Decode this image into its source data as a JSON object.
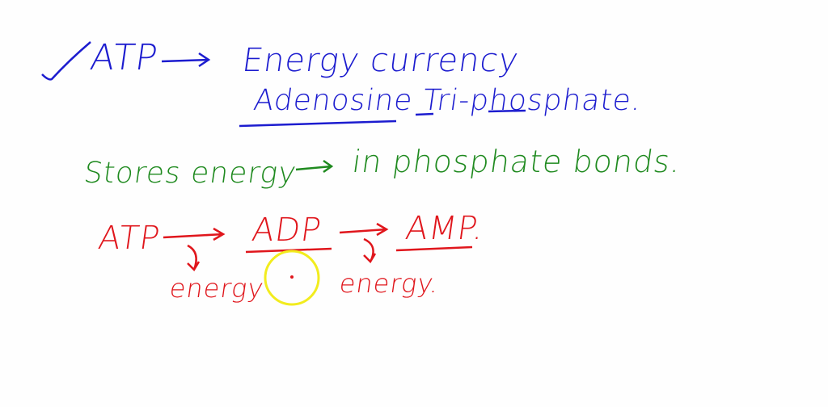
{
  "colors": {
    "blue": "#1c1ccf",
    "green": "#1f8a1f",
    "red": "#e0161c",
    "cursor": "#f2ec1e"
  },
  "lines": {
    "atp": "ATP",
    "energy_currency": "Energy currency",
    "full_name": "Adenosine Tri-phosphate.",
    "stores": "Stores energy",
    "bonds": "in phosphate bonds.",
    "atp2": "ATP",
    "adp": "ADP",
    "amp": "AMP.",
    "energy1": "energy",
    "energy2": "energy."
  },
  "icons": {
    "check": "check-mark-icon",
    "arrow": "right-arrow-icon",
    "cursor": "pen-cursor-icon"
  }
}
